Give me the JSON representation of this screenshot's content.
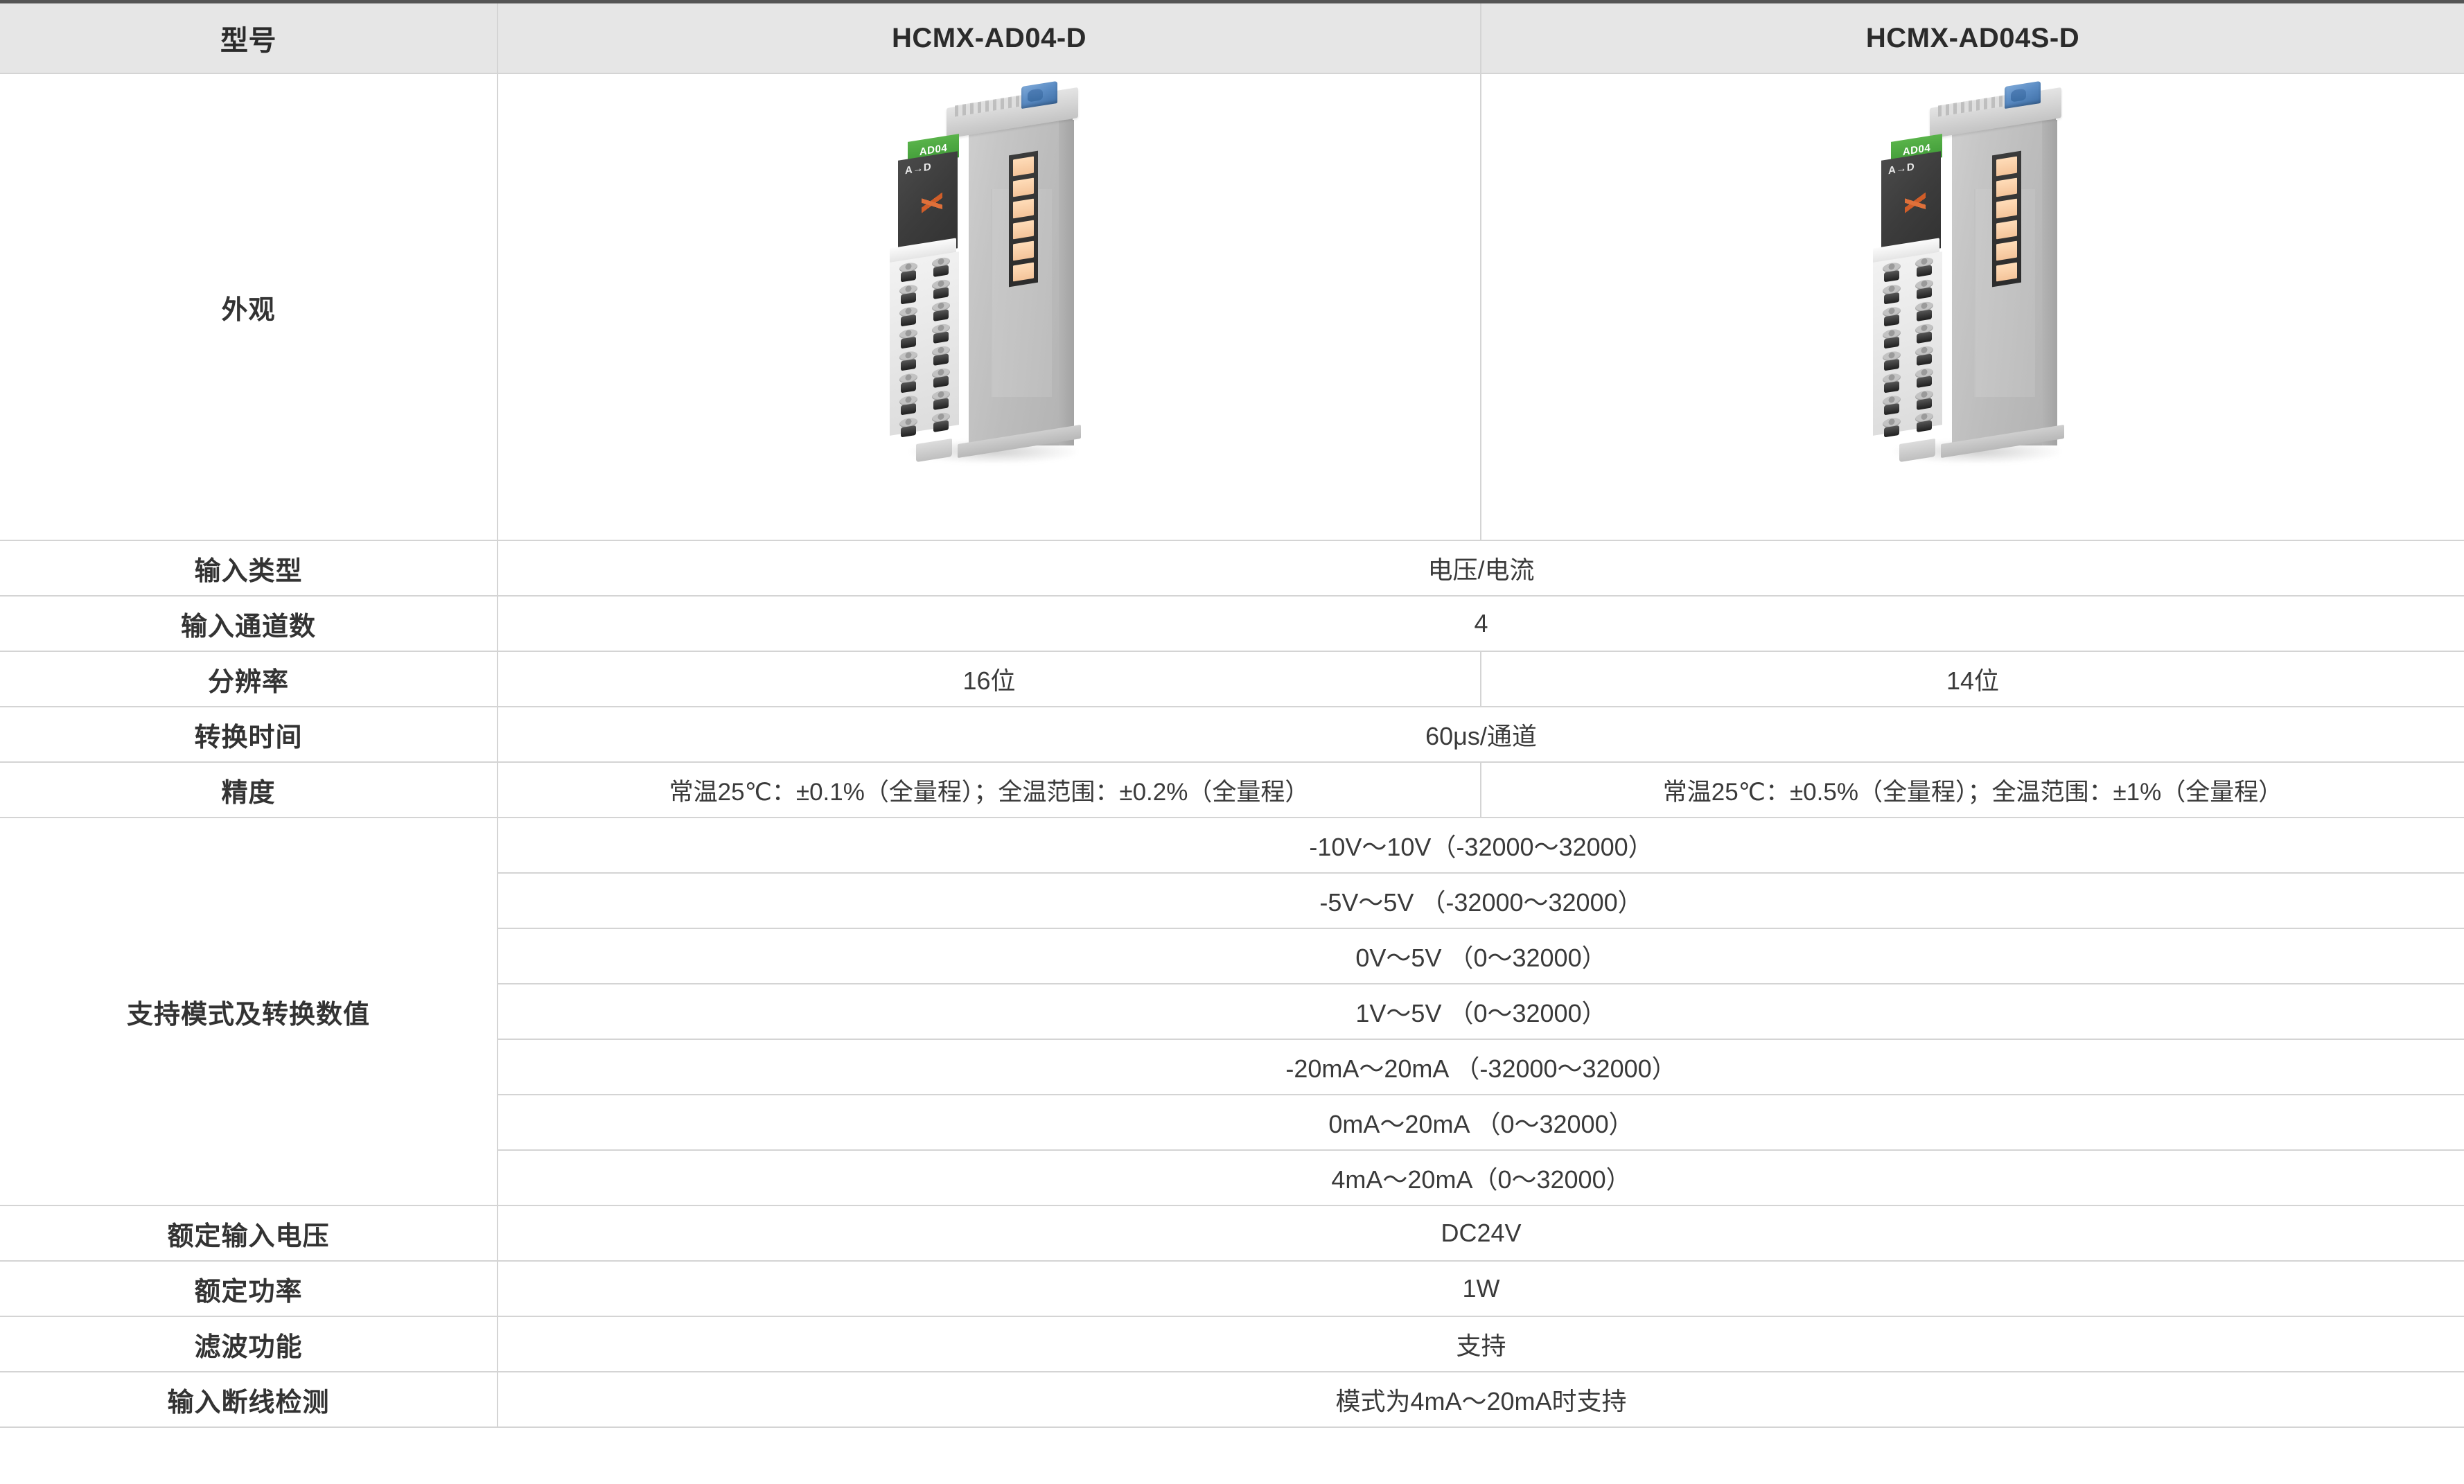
{
  "table": {
    "header": {
      "label": "型号",
      "model_a": "HCMX-AD04-D",
      "model_b": "HCMX-AD04S-D"
    },
    "appearance": {
      "label": "外观",
      "module_a": {
        "tag": "AD04",
        "faceplate_text": "A→D"
      },
      "module_b": {
        "tag": "AD04",
        "faceplate_text": "A→D"
      }
    },
    "rows": [
      {
        "label": "输入类型",
        "merged": true,
        "value": "电压/电流"
      },
      {
        "label": "输入通道数",
        "merged": true,
        "value": "4"
      },
      {
        "label": "分辨率",
        "merged": false,
        "value_a": "16位",
        "value_b": "14位"
      },
      {
        "label": "转换时间",
        "merged": true,
        "value": "60μs/通道"
      },
      {
        "label": "精度",
        "merged": false,
        "value_a": "常温25℃：±0.1%（全量程）；全温范围：±0.2%（全量程）",
        "value_b": "常温25℃：±0.5%（全量程）；全温范围：±1%（全量程）"
      }
    ],
    "modes": {
      "label": "支持模式及转换数值",
      "values": [
        "-10V～10V（-32000～32000）",
        "-5V～5V （-32000～32000）",
        "0V～5V  （0～32000）",
        "1V～5V  （0～32000）",
        "-20mA～20mA （-32000～32000）",
        "0mA～20mA  （0～32000）",
        "4mA～20mA（0～32000）"
      ]
    },
    "rows_bottom": [
      {
        "label": "额定输入电压",
        "value": "DC24V"
      },
      {
        "label": "额定功率",
        "value": "1W"
      },
      {
        "label": "滤波功能",
        "value": "支持"
      },
      {
        "label": "输入断线检测",
        "value": "模式为4mA～20mA时支持"
      }
    ]
  },
  "colors": {
    "header_bg": "#e6e6e6",
    "border": "#d4d4d4",
    "top_border": "#555555",
    "text": "#333333",
    "led": "#f4c49a",
    "tag_green": "#49a83e",
    "clip_blue": "#5b8cc4"
  }
}
